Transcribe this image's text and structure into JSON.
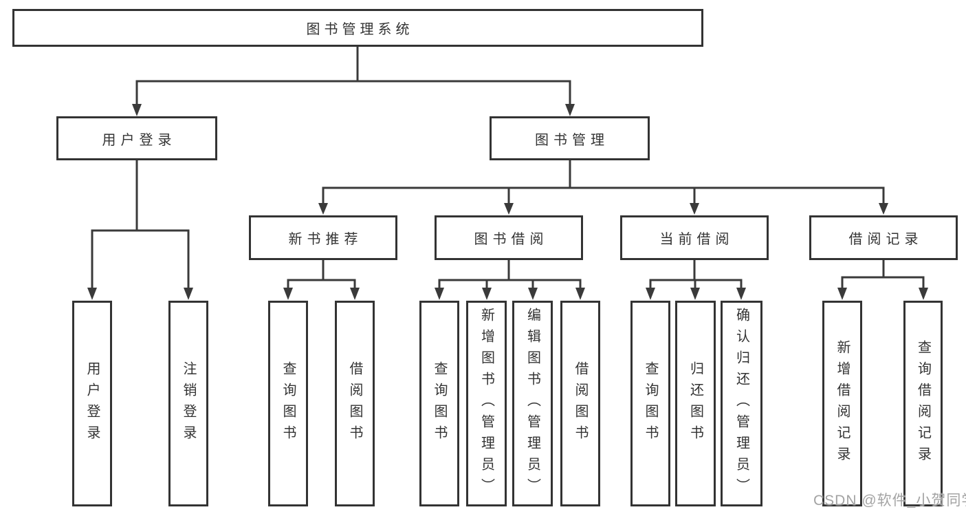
{
  "diagram": {
    "root": {
      "label": "图书管理系统"
    },
    "branches": [
      {
        "label": "用户登录",
        "children": [
          "用户登录",
          "注销登录"
        ]
      },
      {
        "label": "图书管理",
        "sections": [
          {
            "label": "新书推荐",
            "children": [
              "查询图书",
              "借阅图书"
            ]
          },
          {
            "label": "图书借阅",
            "children": [
              "查询图书",
              "新增图书（管理员）",
              "编辑图书（管理员）",
              "借阅图书"
            ]
          },
          {
            "label": "当前借阅",
            "children": [
              "查询图书",
              "归还图书",
              "确认归还（管理员）"
            ]
          },
          {
            "label": "借阅记录",
            "children": [
              "新增借阅记录",
              "查询借阅记录"
            ]
          }
        ]
      }
    ],
    "watermark": "CSDN @软件_小贺同学",
    "colors": {
      "line": "#3a3a3a",
      "box_border": "#333333",
      "box_fill": "#ffffff",
      "text": "#333333",
      "watermark": "#a3a3a3",
      "background": "#ffffff"
    }
  }
}
